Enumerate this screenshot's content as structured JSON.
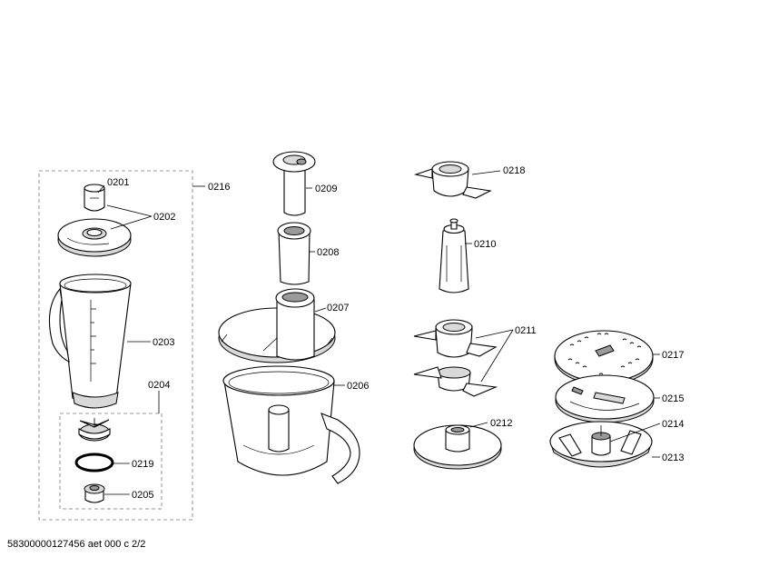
{
  "document_reference": "58300000127456 aet 000 c 2/2",
  "callouts": {
    "c0201": "0201",
    "c0202": "0202",
    "c0203": "0203",
    "c0204": "0204",
    "c0205": "0205",
    "c0206": "0206",
    "c0207": "0207",
    "c0208": "0208",
    "c0209": "0209",
    "c0210": "0210",
    "c0211": "0211",
    "c0212": "0212",
    "c0213": "0213",
    "c0214": "0214",
    "c0215": "0215",
    "c0216": "0216",
    "c0217": "0217",
    "c0218": "0218",
    "c0219": "0219"
  }
}
